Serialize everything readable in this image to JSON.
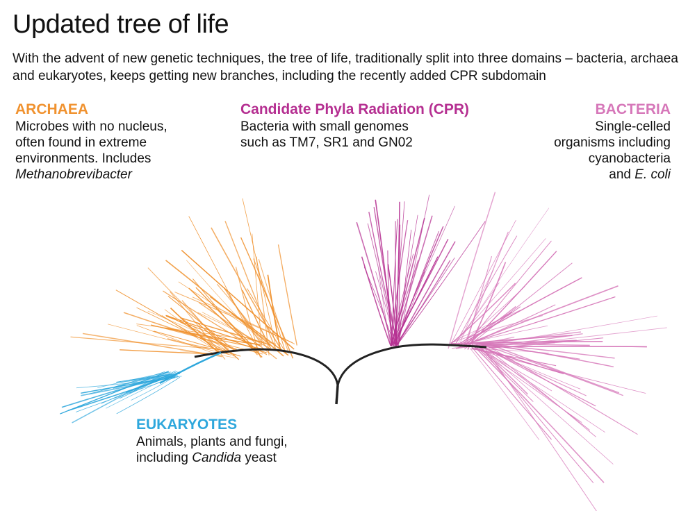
{
  "title": "Updated tree of life",
  "subtitle": "With the advent of new genetic techniques, the tree of life, traditionally split into three domains – bacteria, archaea and eukaryotes, keeps getting new branches, including the recently added CPR subdomain",
  "colors": {
    "archaea": "#f0922f",
    "eukaryotes": "#2ea7dc",
    "cpr": "#b52f91",
    "bacteria": "#d677b9",
    "trunk": "#222222"
  },
  "groups": {
    "archaea": {
      "heading": "ARCHAEA",
      "line1": "Microbes with no nucleus,",
      "line2": "often found in extreme",
      "line3": "environments. Includes",
      "italic": "Methanobrevibacter"
    },
    "cpr": {
      "heading": "Candidate Phyla Radiation (CPR)",
      "line1": "Bacteria with small genomes",
      "line2": "such as TM7, SR1 and GN02"
    },
    "bacteria": {
      "heading": "BACTERIA",
      "line1": "Single-celled",
      "line2": "organisms including",
      "line3": "cyanobacteria",
      "prefix": "and ",
      "italic": "E. coli"
    },
    "eukaryotes": {
      "heading": "EUKARYOTES",
      "line1": "Animals, plants and fungi,",
      "prefix": "including ",
      "italic": "Candida",
      "suffix": " yeast"
    }
  }
}
